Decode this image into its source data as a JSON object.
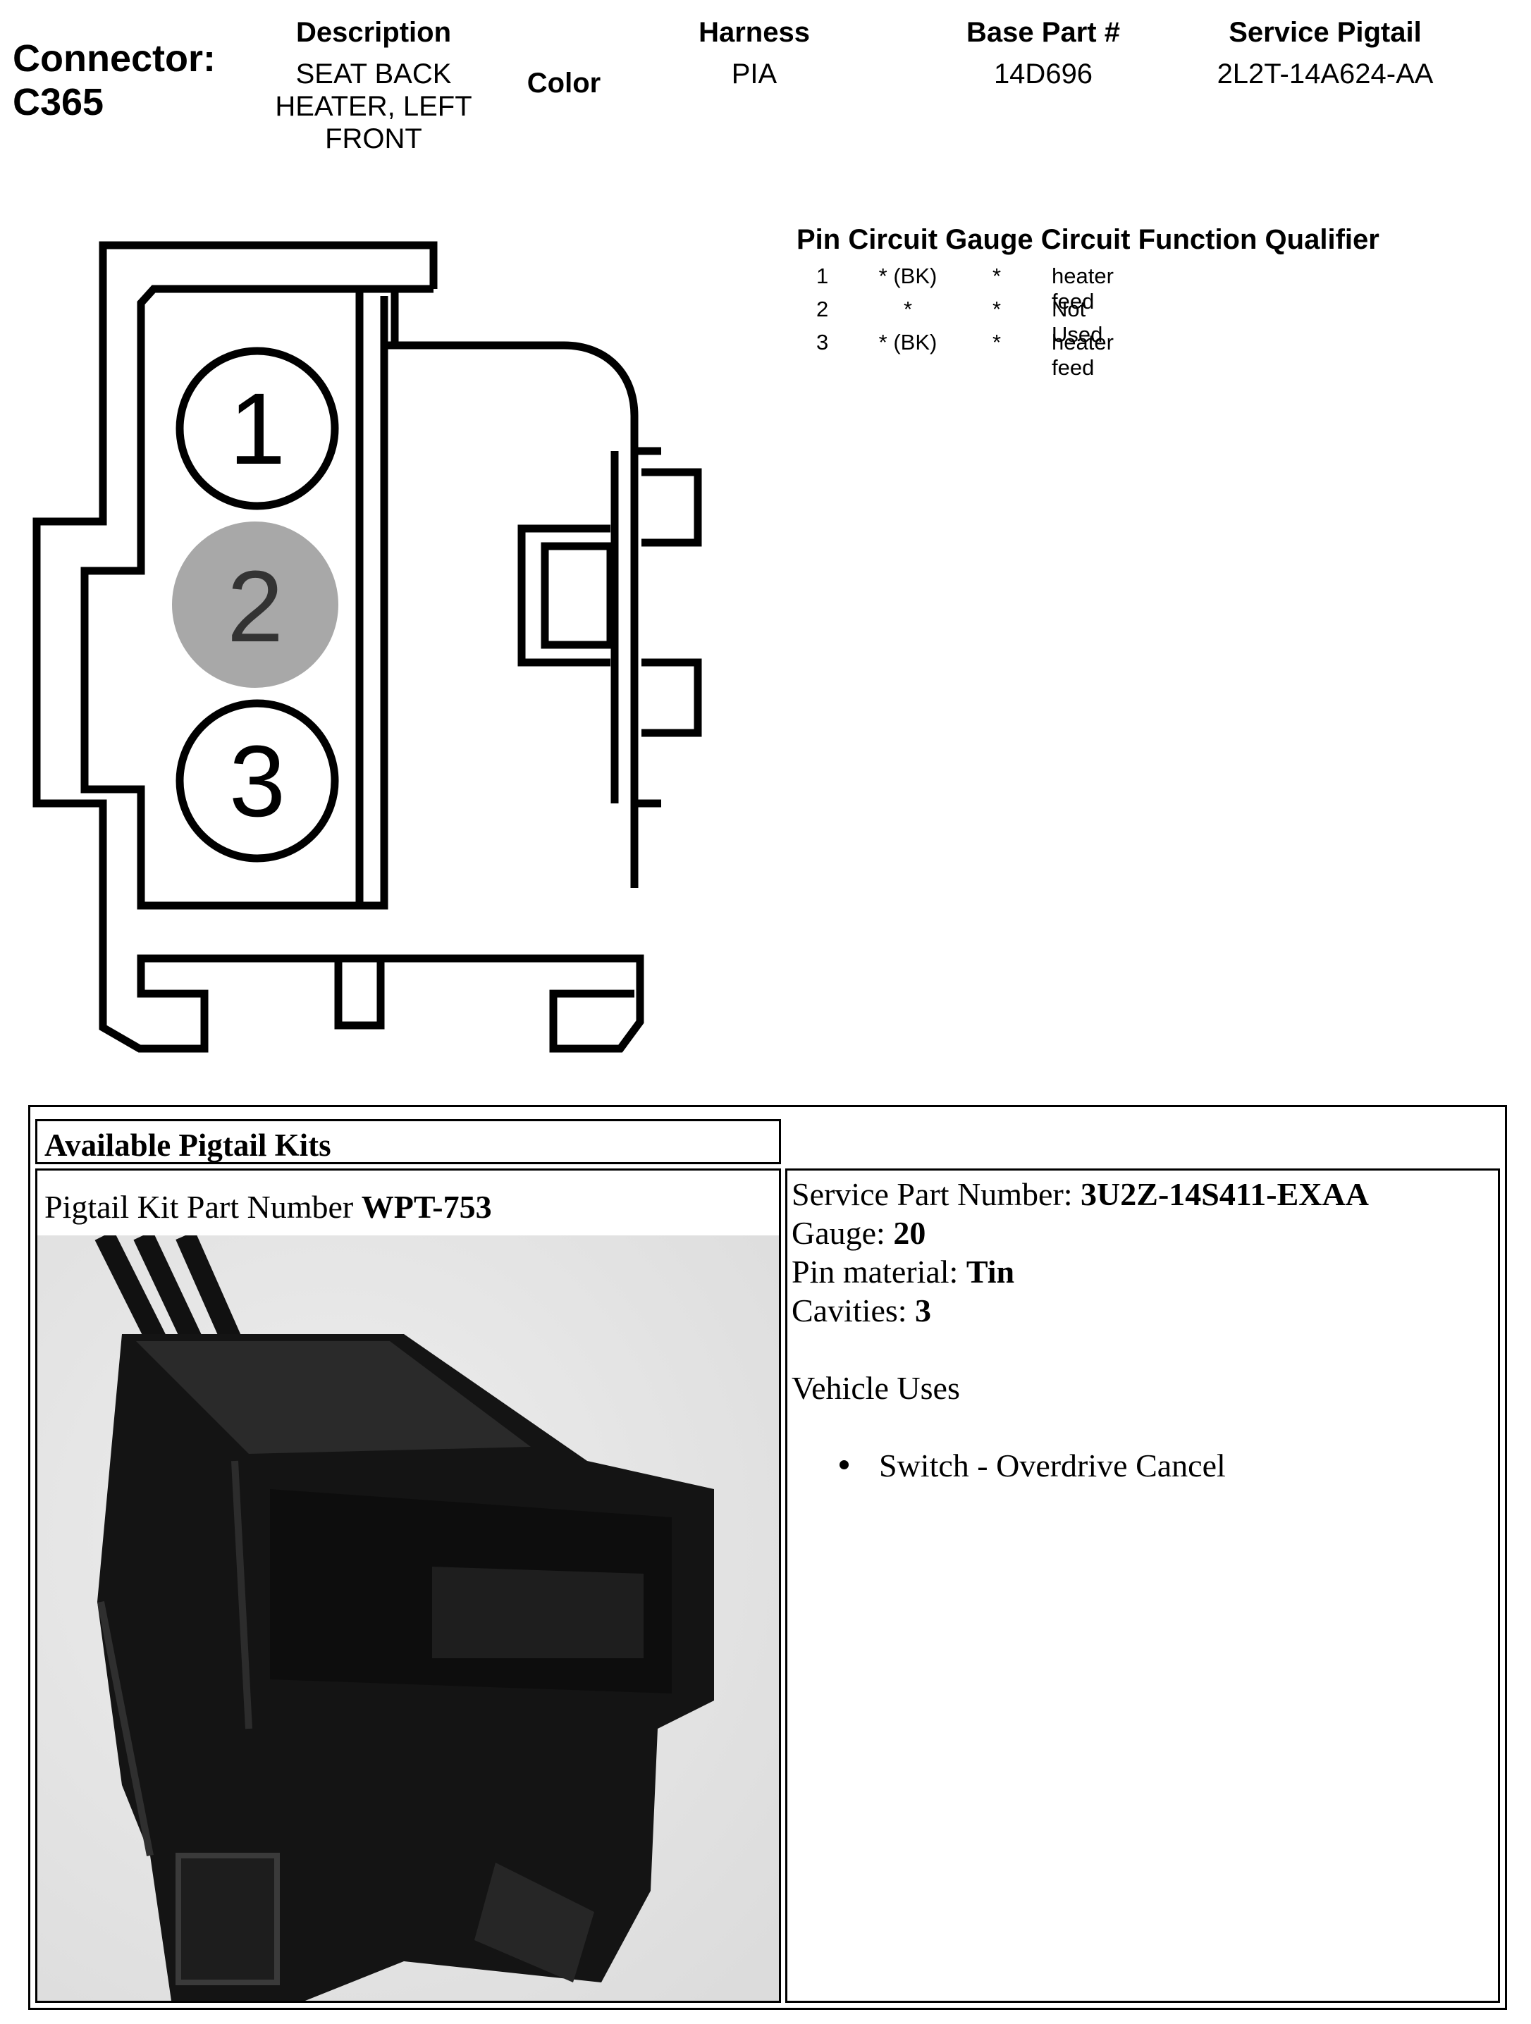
{
  "header": {
    "connector_label": "Connector:",
    "connector_id": "C365",
    "description_title": "Description",
    "description_value": "SEAT BACK HEATER, LEFT FRONT",
    "color_title": "Color",
    "harness_title": "Harness",
    "harness_value": "PIA",
    "base_part_title": "Base Part #",
    "base_part_value": "14D696",
    "service_pigtail_title": "Service Pigtail",
    "service_pigtail_value": "2L2T-14A624-AA"
  },
  "diagram": {
    "pins": [
      "1",
      "2",
      "3"
    ],
    "unused_pin_color": "#a8a8a8"
  },
  "pin_table": {
    "headers": [
      "Pin",
      "Circuit",
      "Gauge",
      "Circuit Function",
      "Qualifier"
    ],
    "rows": [
      {
        "pin": "1",
        "circuit": "* (BK)",
        "gauge": "*",
        "function": "heater feed"
      },
      {
        "pin": "2",
        "circuit": "*",
        "gauge": "*",
        "function": "Not Used"
      },
      {
        "pin": "3",
        "circuit": "* (BK)",
        "gauge": "*",
        "function": "heater feed"
      }
    ]
  },
  "kits": {
    "title": "Available Pigtail Kits",
    "kit_part_label": "Pigtail Kit Part Number ",
    "kit_part_value": "WPT-753",
    "service_part_label": "Service Part Number: ",
    "service_part_value": "3U2Z-14S411-EXAA",
    "gauge_label": "Gauge: ",
    "gauge_value": "20",
    "pin_material_label": "Pin material: ",
    "pin_material_value": "Tin",
    "cavities_label": "Cavities: ",
    "cavities_value": "3",
    "vehicle_uses_title": "Vehicle Uses",
    "vehicle_uses": [
      "Switch - Overdrive Cancel"
    ]
  }
}
